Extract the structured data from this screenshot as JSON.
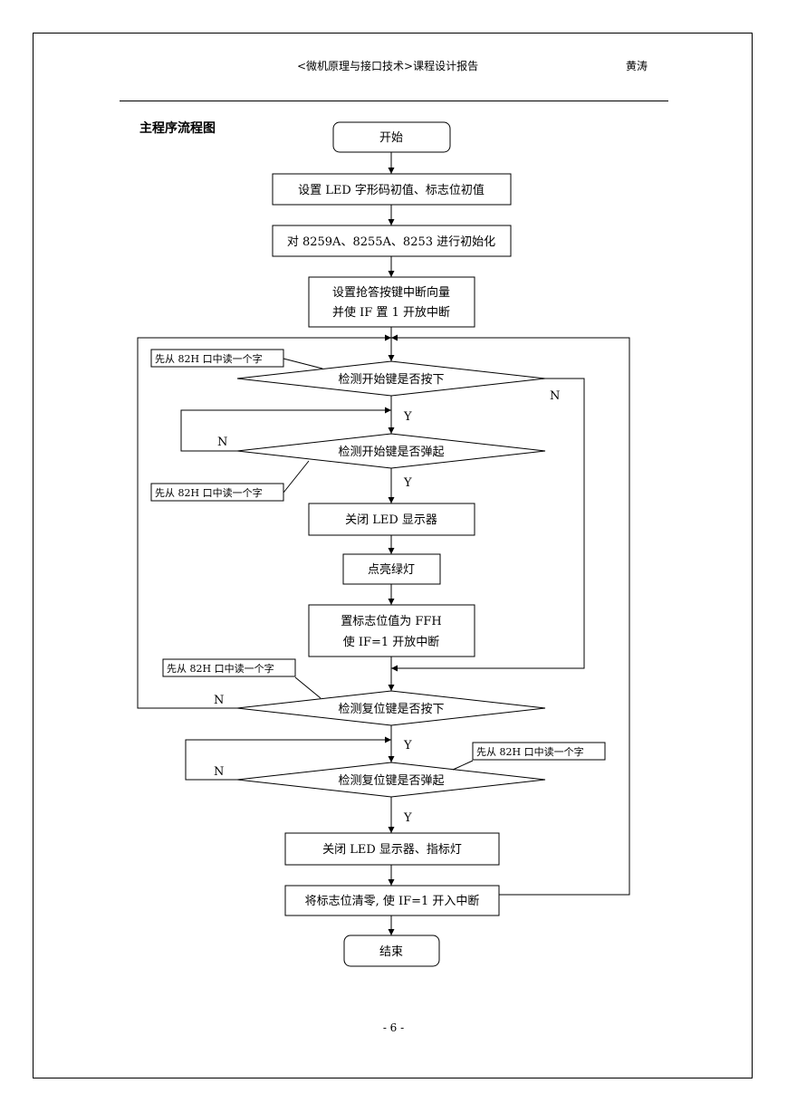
{
  "header": {
    "course_title": "<微机原理与接口技术>课程设计报告",
    "author": "黄涛"
  },
  "section_title": "主程序流程图",
  "flowchart": {
    "start": "开始",
    "step_init_led": "设置 LED 字形码初值、标志位初值",
    "step_init_chips": "对 8259A、8255A、8253 进行初始化",
    "step_vector_line1": "设置抢答按键中断向量",
    "step_vector_line2": "并使 IF 置 1 开放中断",
    "decision_start_pressed": "检测开始键是否按下",
    "decision_start_released": "检测开始键是否弹起",
    "step_close_led": "关闭 LED 显示器",
    "step_green_light": "点亮绿灯",
    "step_flag_line1": "置标志位值为 FFH",
    "step_flag_line2": "使 IF=1 开放中断",
    "decision_reset_pressed": "检测复位键是否按下",
    "decision_reset_released": "检测复位键是否弹起",
    "step_close_led_lamp": "关闭 LED 显示器、指标灯",
    "step_clear_flag": "将标志位清零, 使 IF=1 开入中断",
    "end": "结束",
    "note_1": "先从 82H 口中读一个字",
    "note_2": "先从 82H 口中读一个字",
    "note_3": "先从 82H 口中读一个字",
    "note_4": "先从 82H 口中读一个字",
    "yes": "Y",
    "no": "N"
  },
  "footer": {
    "page_number": "- 6 -"
  }
}
